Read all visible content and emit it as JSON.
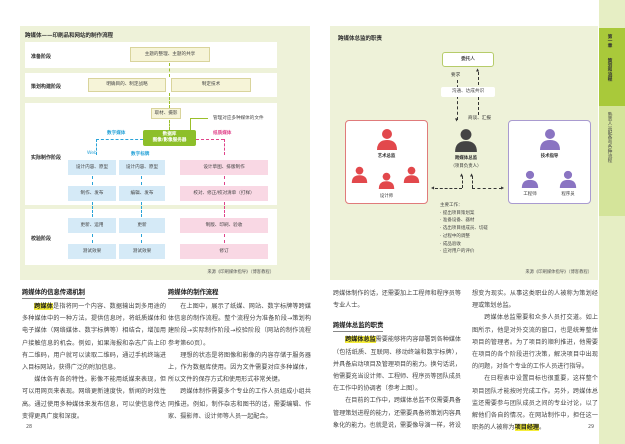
{
  "left_diagram": {
    "title": "跨媒体——印刷品和网站的制作流程",
    "stages": [
      "准备阶段",
      "策划构建阶段",
      "实际制作阶段",
      "校验阶段"
    ],
    "prep_box": "主题的整理、主题的共享",
    "plan_boxes": [
      "明确目的、制定战略",
      "制定技术"
    ],
    "shoot_box": "取材、摄影",
    "file_note": "管理对应多种媒体的文件",
    "db_box": [
      "数据库",
      "图像/影像服务器"
    ],
    "digital_label": "数字媒体",
    "paper_label": "纸质媒体",
    "web_label": "Web",
    "signage_label": "数字标牌",
    "web_boxes": [
      "设计内容、原型",
      "制作、发布",
      "更新、运用",
      "测试效果"
    ],
    "signage_boxes": [
      "设计内容、原型",
      "编辑、发布",
      "更新",
      "测试效果"
    ],
    "paper_boxes": [
      "设计草图、排版制作",
      "校对、修正/校对清单（打样）",
      "制版、印刷、验收",
      "修订"
    ],
    "source": "来源《印刷媒体指导》（博客教程）",
    "colors": {
      "digital": "#29a3d8",
      "paper": "#e0438a",
      "db": "#8dbf2a"
    }
  },
  "right_diagram": {
    "title": "跨媒体总监的职责",
    "client": "委托人",
    "request": "要求",
    "consensus": "沟通、达成共识",
    "report": "商谈、汇报",
    "art_director": "艺术总监",
    "designer": "设计师",
    "cross_media_director": "跨媒体总监",
    "project_lead": "（项目负责人）",
    "tech_director": "技术指导",
    "engineer": "工程师",
    "programmer": "程序员",
    "main_work_title": "主要工作：",
    "main_work": [
      "· 提出项目策划案",
      "· 准备设备、器材",
      "· 选出项目组成员、切磋",
      "· 过程中的调整",
      "· 成品验收",
      "· 应对用户的评价"
    ],
    "source": "来源《印刷媒体指导》（博客教程）"
  },
  "left_text": {
    "h1": "跨媒体的信息传递机制",
    "p1_hl": "跨媒体",
    "p1": "是指将同一个内容、数据输出到多用途的多种媒体中的一种方法。提供信息时，将纸质媒体和电子媒体（网络媒体、数字标牌等）相结合，增加用户接触信息的机会。例如，如果海报和杂志广告上印有二维码，用户就可以读取二维码，通过手机终端进入目标网站，获得广泛的附加信息。",
    "p2": "媒体各有各的特性。影像不能用纸媒来表现，但可以用网页来表现。网络更新速度快，新闻的时效性高。通过使用多种媒体来发布信息，可以使信息传达变得更具广度和深度。",
    "h2": "跨媒体的制作流程",
    "p3": "在上图中，展示了纸媒、网站、数字标牌等跨媒体信息的制作流程。整个流程分为准备阶段→策划构建阶段→实际制作阶段→校验阶段（网站的制作流程参考第60页）。",
    "p4": "理想的状态是将图像和影像的内容存储于服务器上，作为数据库使用。因为文件需要对应多种媒体，所以文件的保存方式和使用形式非常关键。",
    "p5": "跨媒体制作需要多个专业的工作人员组成小组共同推进。例如，制作杂志和图书的话，需要编辑、作家、摄影师、设计师等人员一起配合。",
    "page": "28"
  },
  "right_text": {
    "p0": "跨媒体制作的话，还需要加上工程师和程序员等专业人士。",
    "h1": "跨媒体总监的职责",
    "p1_hl": "跨媒体总监",
    "p1": "需要能够将内容部署到各种媒体（包括纸质、互联网、移动终端和数字标牌），并具备启动项目及管理项目的能力。换句话说，他需要充当设计师、工程师、程序员等团队成员在工作中的协调者（参考上图）。",
    "p2a": "在目前的工作中，跨媒体总监不仅需要具备管理策划进程的能力，还需要具备将策划内容具象化的能力。也就是说，需要像导演一样，将设",
    "p2b": "想变为现实。从事这类职业的人被称为策划经理或策划总监。",
    "p3": "跨媒体总监需要和众多人员打交道。如上图所示，他是对外交流的窗口，也是统筹整体项目的管理者。为了项目的顺利推进，他需要在项目的各个阶段进行决策，解决项目中出现的问题，对各个专业的工作人员进行指导。",
    "p4": "在日程表中设置目标也很重要，这样整个项目团队才能按时完成工作。另外，跨媒体总监还需要参与团队成员之间的专业讨论，以了解他们各自的情况。在网站制作中，担任这一职务的人被称为",
    "p4_hl": "项目经理",
    "p4_end": "。",
    "page": "29"
  },
  "side_tab": {
    "chapter": "第一章",
    "chapter_title": "策划和流程",
    "section": "熟悉人员配备与各种流程"
  }
}
